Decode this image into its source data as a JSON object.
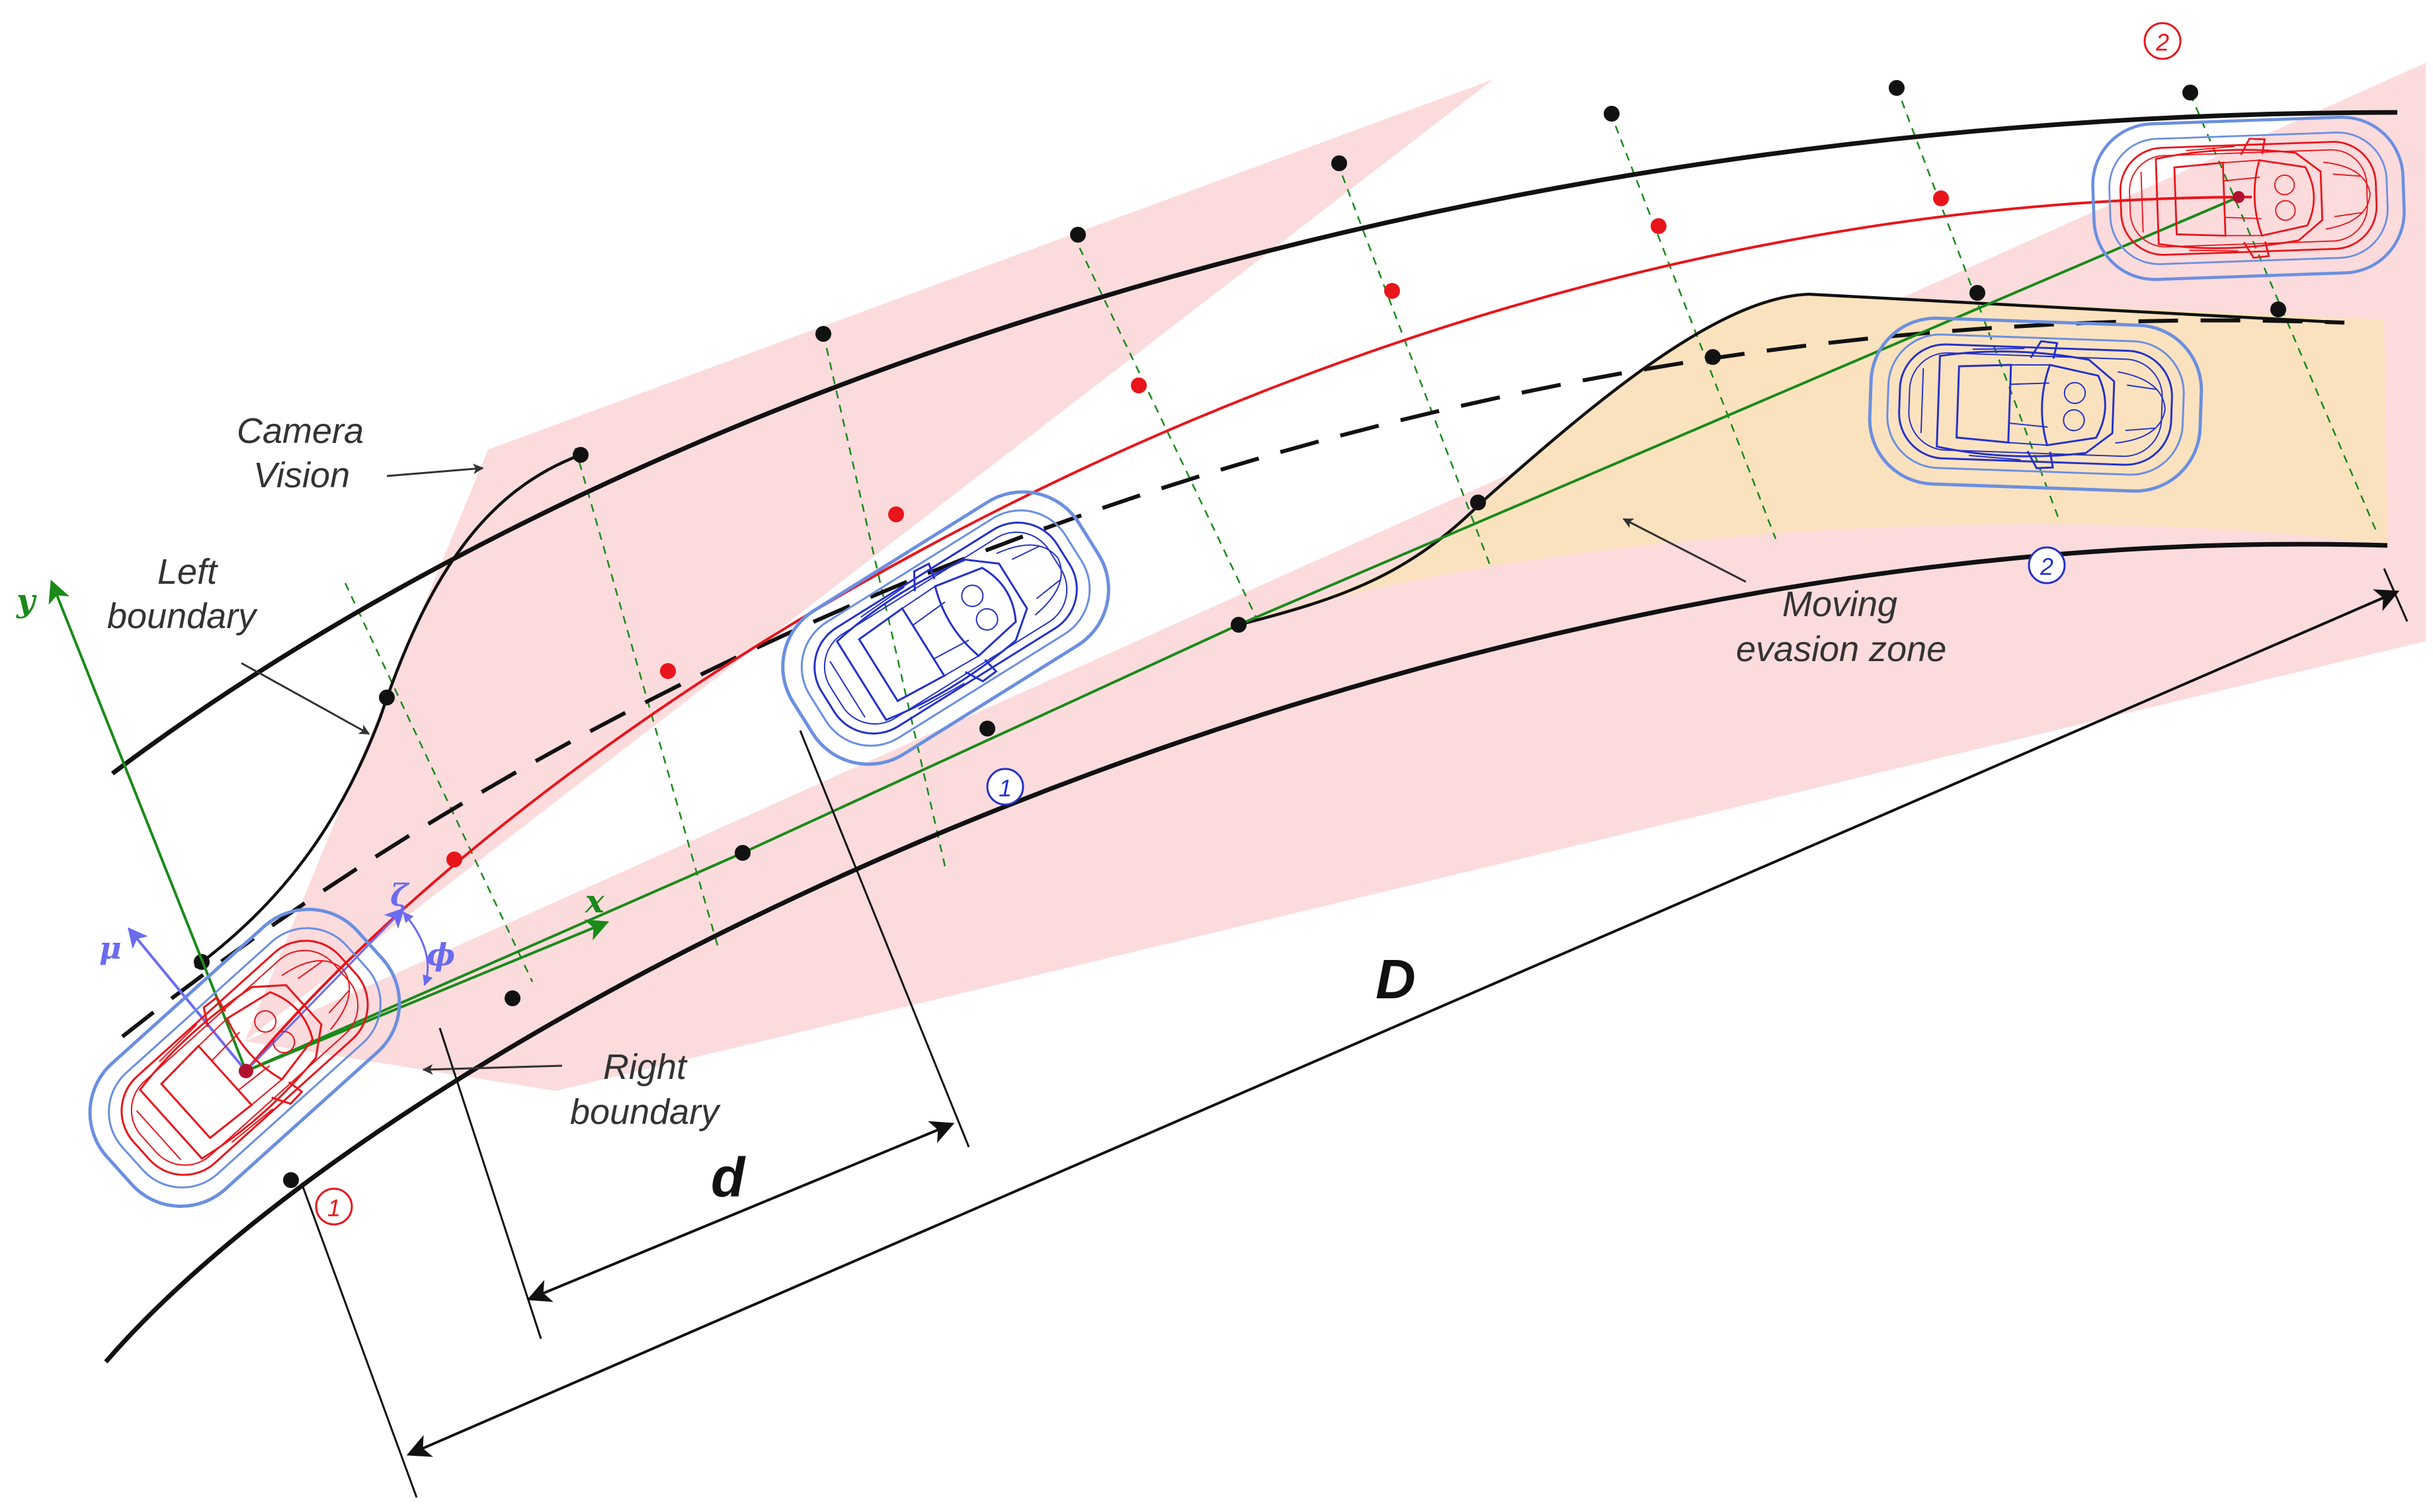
{
  "labels": {
    "camera_line1": "Camera",
    "camera_line2": "Vision",
    "left_line1": "Left",
    "left_line2": "boundary",
    "right_line1": "Right",
    "right_line2": "boundary",
    "zone_line1": "Moving",
    "zone_line2": "evasion zone"
  },
  "symbols": {
    "x": "x",
    "y": "y",
    "mu": "μ",
    "zeta": "ζ",
    "phi": "ϕ",
    "d": "d",
    "D": "D"
  },
  "markers": {
    "ego_start": "1",
    "ego_end": "2",
    "obstacle_1": "1",
    "obstacle_2": "2"
  },
  "colors": {
    "road": "#111111",
    "path": "#e8151b",
    "coord": "#1a8a1a",
    "ego": "#e8151b",
    "obstacle": "#2431c9",
    "envelope": "#6b8fe0",
    "vision": "#fcdbdd",
    "evasion": "#fbe2bf"
  }
}
